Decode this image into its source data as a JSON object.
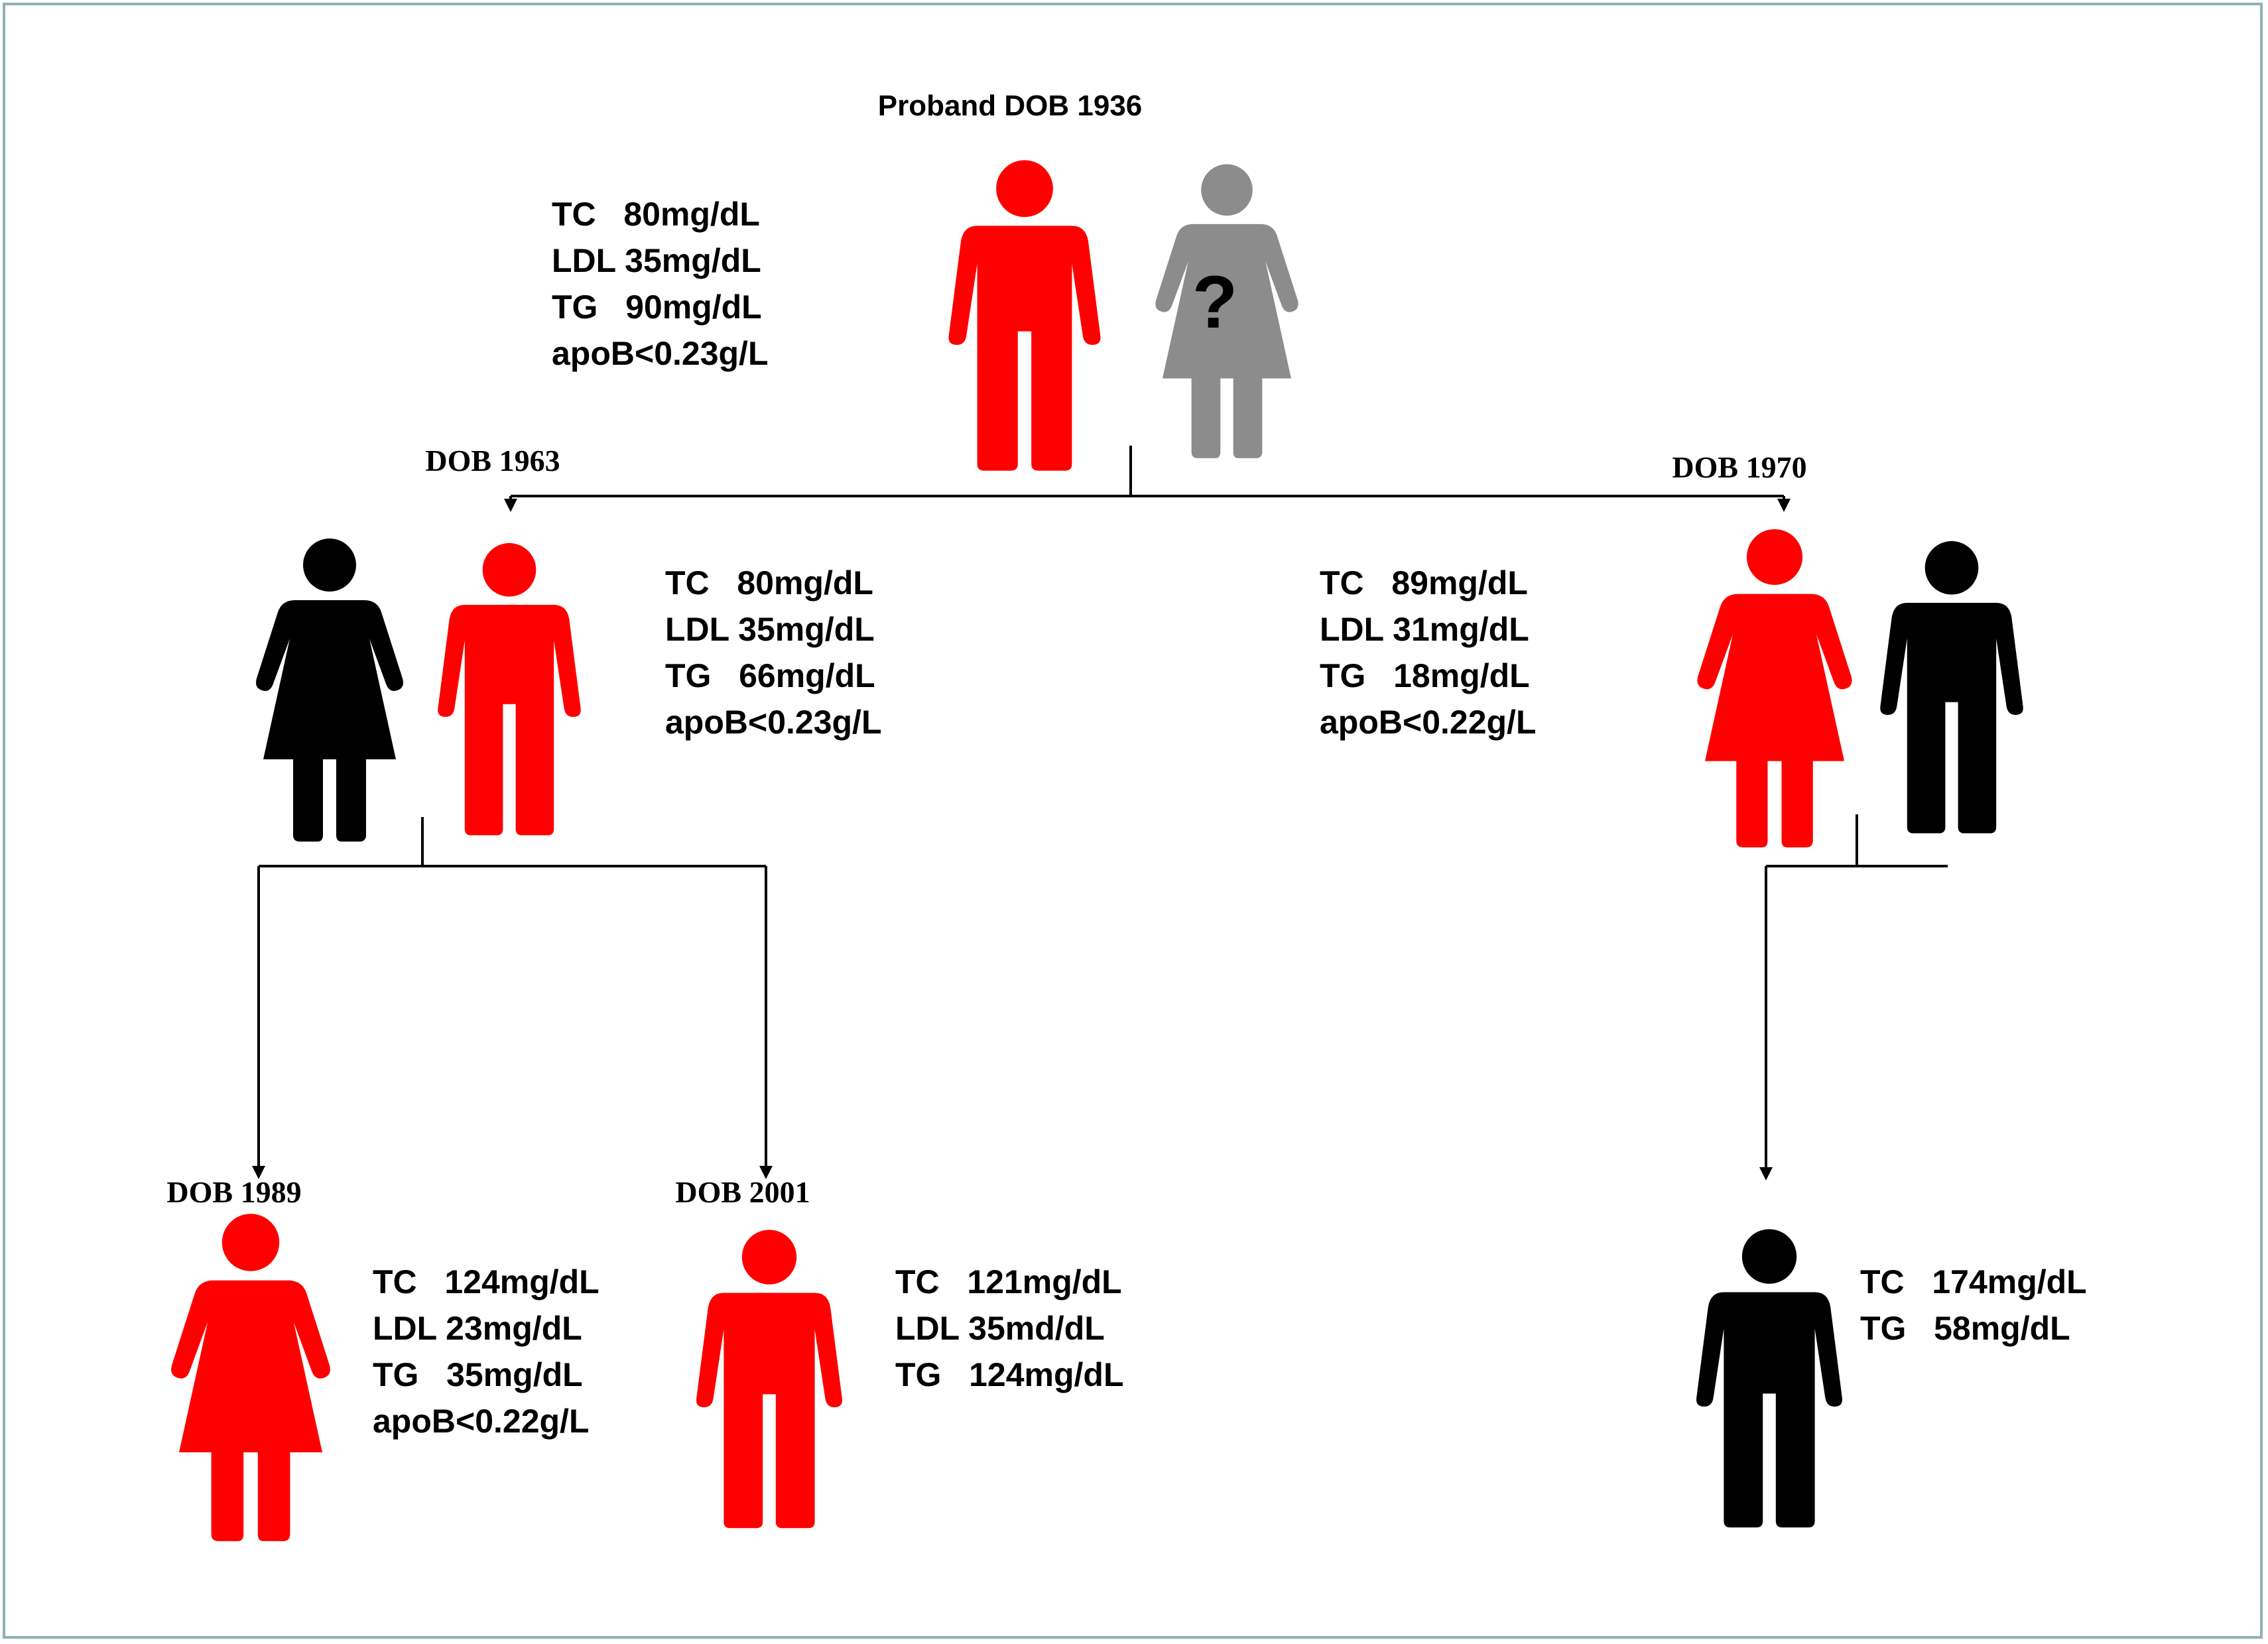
{
  "colors": {
    "affected": "#ff0000",
    "unaffected": "#000000",
    "unknown": "#8c8c8c",
    "frame": "#8fb0b6"
  },
  "labels": {
    "proband": "Proband DOB 1936",
    "dob1963": "DOB 1963",
    "dob1970": "DOB 1970",
    "dob1989": "DOB 1989",
    "dob2001": "DOB 2001",
    "unknown_mark": "?"
  },
  "persons": [
    {
      "id": "proband",
      "sex": "male",
      "status": "affected",
      "labs": [
        "TC   80mg/dL",
        "LDL 35mg/dL",
        "TG   90mg/dL",
        "apoB<0.23g/L"
      ]
    },
    {
      "id": "proband-spouse",
      "sex": "female",
      "status": "unknown",
      "labs": []
    },
    {
      "id": "son-1963",
      "sex": "male",
      "status": "affected",
      "labs": [
        "TC   80mg/dL",
        "LDL 35mg/dL",
        "TG   66mg/dL",
        "apoB<0.23g/L"
      ]
    },
    {
      "id": "son-1963-spouse",
      "sex": "female",
      "status": "unaffected",
      "labs": []
    },
    {
      "id": "daughter-1970",
      "sex": "female",
      "status": "affected",
      "labs": [
        "TC   89mg/dL",
        "LDL 31mg/dL",
        "TG   18mg/dL",
        "apoB<0.22g/L"
      ]
    },
    {
      "id": "daughter-1970-spouse",
      "sex": "male",
      "status": "unaffected",
      "labs": []
    },
    {
      "id": "granddaughter-1989",
      "sex": "female",
      "status": "affected",
      "labs": [
        "TC   124mg/dL",
        "LDL 23mg/dL",
        "TG   35mg/dL",
        "apoB<0.22g/L"
      ]
    },
    {
      "id": "grandson-2001",
      "sex": "male",
      "status": "affected",
      "labs": [
        "TC   121mg/dL",
        "LDL 35md/dL",
        "TG   124mg/dL"
      ]
    },
    {
      "id": "grandson-of-1970",
      "sex": "male",
      "status": "unaffected",
      "labs": [
        "TC   174mg/dL",
        "TG   58mg/dL"
      ]
    }
  ]
}
